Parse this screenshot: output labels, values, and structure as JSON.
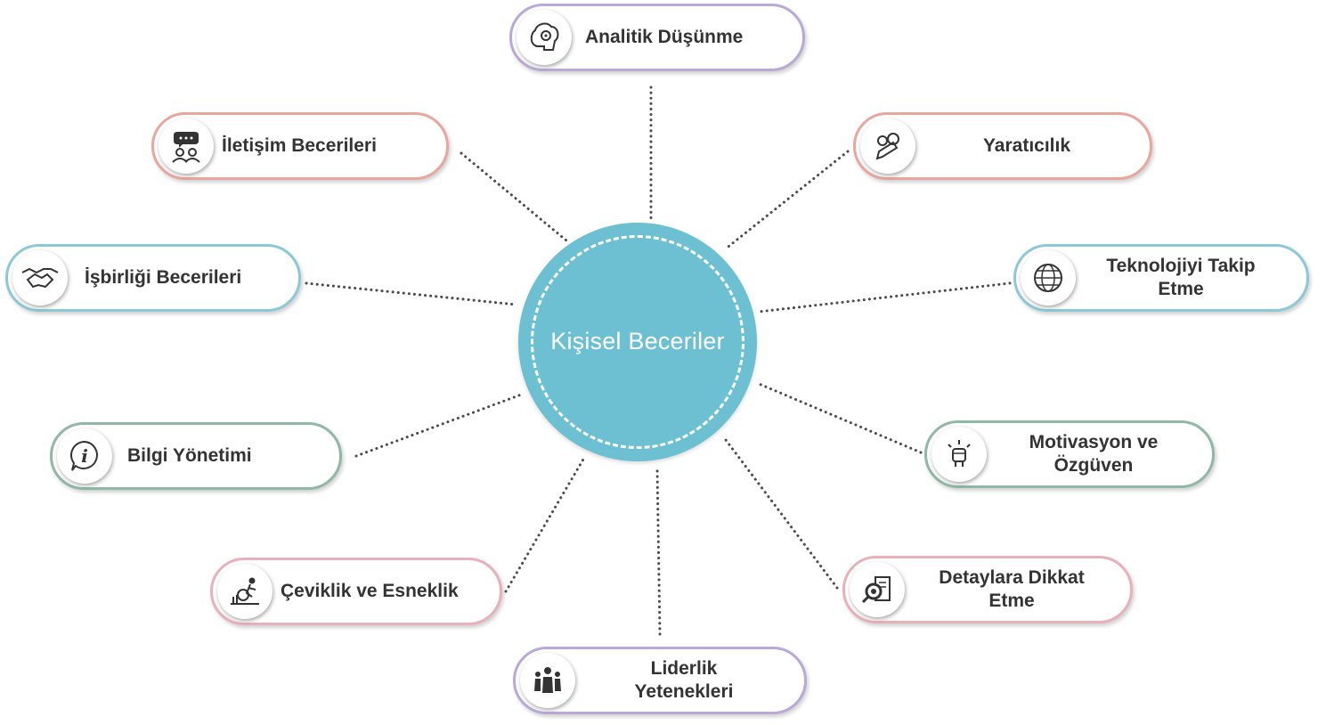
{
  "center": {
    "label": "Kişisel Beceriler",
    "color": "#6cc0d2"
  },
  "nodes": [
    {
      "id": "analitik",
      "lines": [
        "Analitik Düşünme"
      ],
      "border": "#b9a9d6",
      "icon": "brain-gear-icon"
    },
    {
      "id": "yaraticilik",
      "lines": [
        "Yaratıcılık"
      ],
      "border": "#e8a69c",
      "icon": "pencil-gears-icon"
    },
    {
      "id": "teknoloji",
      "lines": [
        "Teknolojiyi Takip",
        "Etme"
      ],
      "border": "#8cc8d6",
      "icon": "globe-circuit-icon"
    },
    {
      "id": "motivasyon",
      "lines": [
        "Motivasyon ve",
        "Özgüven"
      ],
      "border": "#8fb8a6",
      "icon": "fist-icon"
    },
    {
      "id": "detay",
      "lines": [
        "Detaylara Dikkat",
        "Etme"
      ],
      "border": "#e8b0bb",
      "icon": "magnifier-document-icon"
    },
    {
      "id": "liderlik",
      "lines": [
        "Liderlik",
        "Yetenekleri"
      ],
      "border": "#b9a9d6",
      "icon": "leader-group-icon"
    },
    {
      "id": "ceviklik",
      "lines": [
        "Çeviklik ve Esneklik"
      ],
      "border": "#e8b0bb",
      "icon": "runner-gear-icon"
    },
    {
      "id": "bilgi",
      "lines": [
        "Bilgi Yönetimi"
      ],
      "border": "#8fb8a6",
      "icon": "info-icon"
    },
    {
      "id": "isbirligi",
      "lines": [
        "İşbirliği Becerileri"
      ],
      "border": "#8cc8d6",
      "icon": "handshake-icon"
    },
    {
      "id": "iletisim",
      "lines": [
        "İletişim Becerileri"
      ],
      "border": "#e8a69c",
      "icon": "speech-people-icon"
    }
  ]
}
